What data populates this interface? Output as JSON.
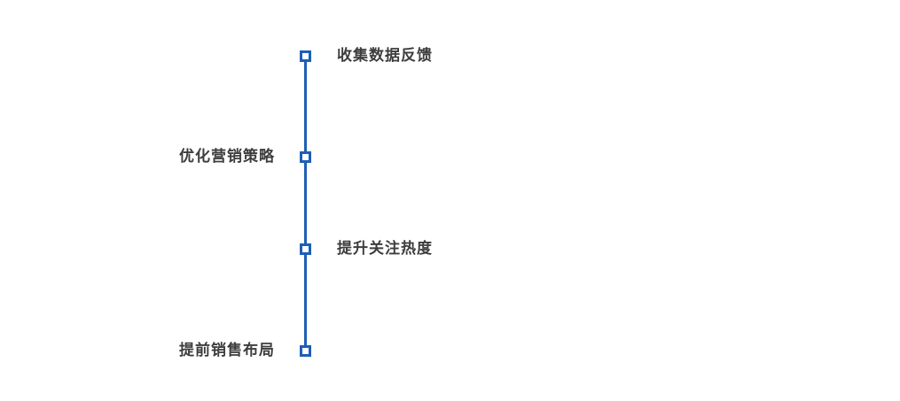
{
  "diagram": {
    "type": "vertical-timeline",
    "accent_color": "#1e5eb7",
    "text_color": "#3d3d3d",
    "items": [
      {
        "label": "收集数据反馈",
        "side": "right"
      },
      {
        "label": "优化营销策略",
        "side": "left"
      },
      {
        "label": "提升关注热度",
        "side": "right"
      },
      {
        "label": "提前销售布局",
        "side": "left"
      }
    ]
  }
}
